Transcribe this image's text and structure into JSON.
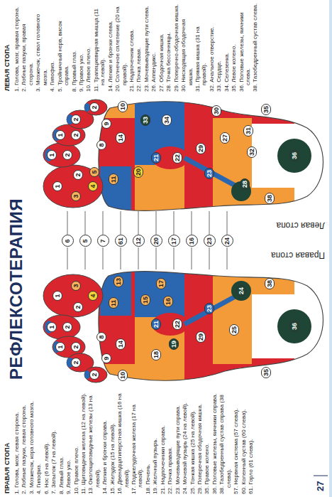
{
  "diagram": {
    "title": "РЕФЛЕКСОТЕРАПИЯ",
    "labels": [
      "ПРАВАЯ СТОПА",
      "1. Голова, мозг, левая сторона.",
      "2. Лобные пазухи, левая сторона.",
      "3. Мозжечок, кора головного мозга.",
      "4. Гипофиз.",
      "6. Нос (6 на левой).",
      "7. Затылок (7 на левой).",
      "8. Левый глаз.",
      "9. Левое ухо.",
      "10. Правое плечо.",
      "11. Щитовидная железа (12 на левой).",
      "13. Околощитовидные железы (13 на левой).",
      "14. Легкие и бронхи справа.",
      "15. Желудок (15 на левой).",
      "16. Двенадцатиперстная кишка (16 на левой).",
      "17. Поджелудочная железа (17 на левой).",
      "18. Печень.",
      "19. Желчный пузырь.",
      "21. Надпочечники справа.",
      "22. Почка правая.",
      "23. Мочевыводящие пути справа.",
      "24. Мочевой пузырь (24 на левой).",
      "25. Тонкая кишка (25 на левой).",
      "29. Поперечная ободочная кишка.",
      "35. Правое колено.",
      "36. Половые железы, яичники справа.",
      "38. Тазобедренный сустав справа (38 слева).",
      "57. Нервная система (57 слева).",
      "60. Коленный сустав (60 слева).",
      "61. Горло (61 слева).",
      "1",
      "2",
      "3",
      "4",
      "1",
      "2",
      "1",
      "2",
      "2",
      "2",
      "8",
      "9",
      "10",
      "14",
      "11",
      "13",
      "18",
      "19",
      "15",
      "16",
      "17",
      "21",
      "22",
      "29",
      "23",
      "25",
      "24",
      "35",
      "38",
      "36",
      "6",
      "5",
      "7",
      "61",
      "12",
      "20",
      "17",
      "16",
      "23",
      "24",
      "Правая стопа",
      "Левая стопа",
      "1",
      "2",
      "3",
      "4",
      "5",
      "1",
      "2",
      "1",
      "2",
      "2",
      "2",
      "8",
      "9",
      "10",
      "14",
      "11",
      "33",
      "34",
      "20",
      "21",
      "22",
      "29",
      "30",
      "23",
      "27",
      "31",
      "32",
      "28",
      "35",
      "38",
      "36",
      "ЛЕВАЯ СТОПА",
      "1. Голова, мозг, правая сторона.",
      "2. Лобные пазухи, правая сторона.",
      "3. Мозжечок, ствол головного мозга.",
      "4. Гипофиз.",
      "5. Тройничный нерв, висок справа.",
      "8. Правый глаз.",
      "9. Правое ухо.",
      "10. Левое плечо.",
      "11. Трапециевидная мышца (11 на левой).",
      "14. Легкие и бронхи слева.",
      "20. Солнечное сплетение (20 на правой).",
      "21. Надпочечник слева.",
      "22. Почка левая.",
      "23. Мочевыводящие пути слева.",
      "26. Аппендикс.",
      "27. Ободочная кишка.",
      "28. Точка бессонницы.",
      "29. Поперечно-ободочная кишка.",
      "30. Нисходящая ободочная кишка.",
      "31. Прямая кишка (31 на правой).",
      "32. Анальное отверстие.",
      "33. Сердце.",
      "34. Селезенка.",
      "35. Левое колено.",
      "36. Половые железы, яичники слева.",
      "38. Тазобедренный сустав слева.",
      "27"
    ]
  }
}
